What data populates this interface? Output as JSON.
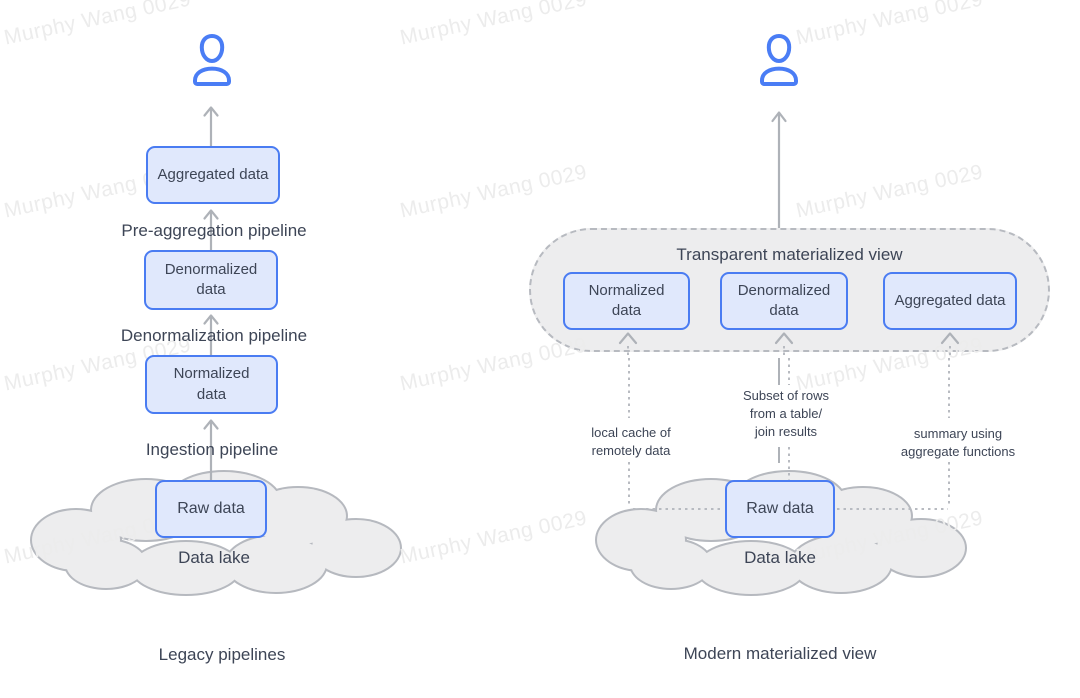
{
  "watermark": {
    "text": "Murphy Wang 0029"
  },
  "colors": {
    "accent_blue": "#4a7cf2",
    "icon_blue": "#4a7df5",
    "box_fill": "#e0e8fc",
    "line_gray": "#aeb2b8",
    "dot_gray": "#b8bbc1",
    "dash_gray": "#b7bac0",
    "shape_fill": "#ededee",
    "shape_stroke": "#b6b9bf",
    "text_dark": "#3d4556",
    "watermark_gray": "#ececec",
    "background": "#ffffff"
  },
  "legacy": {
    "caption": "Legacy pipelines",
    "user_icon": "user-icon",
    "box_aggregated": "Aggregated data",
    "label_preaggregation": "Pre-aggregation pipeline",
    "box_denormalized": "Denormalized\ndata",
    "label_denormalization": "Denormalization pipeline",
    "box_normalized": "Normalized\ndata",
    "label_ingestion": "Ingestion pipeline",
    "box_raw": "Raw data",
    "cloud_label": "Data lake"
  },
  "modern": {
    "caption": "Modern materialized view",
    "user_icon": "user-icon",
    "container_title": "Transparent materialized view",
    "box_normalized": "Normalized\ndata",
    "box_denormalized": "Denormalized\ndata",
    "box_aggregated": "Aggregated data",
    "note_local_cache": "local cache of\nremotely data",
    "note_subset": "Subset of rows\nfrom a table/\njoin results",
    "note_summary": "summary using\naggregate functions",
    "box_raw": "Raw data",
    "cloud_label": "Data lake"
  }
}
